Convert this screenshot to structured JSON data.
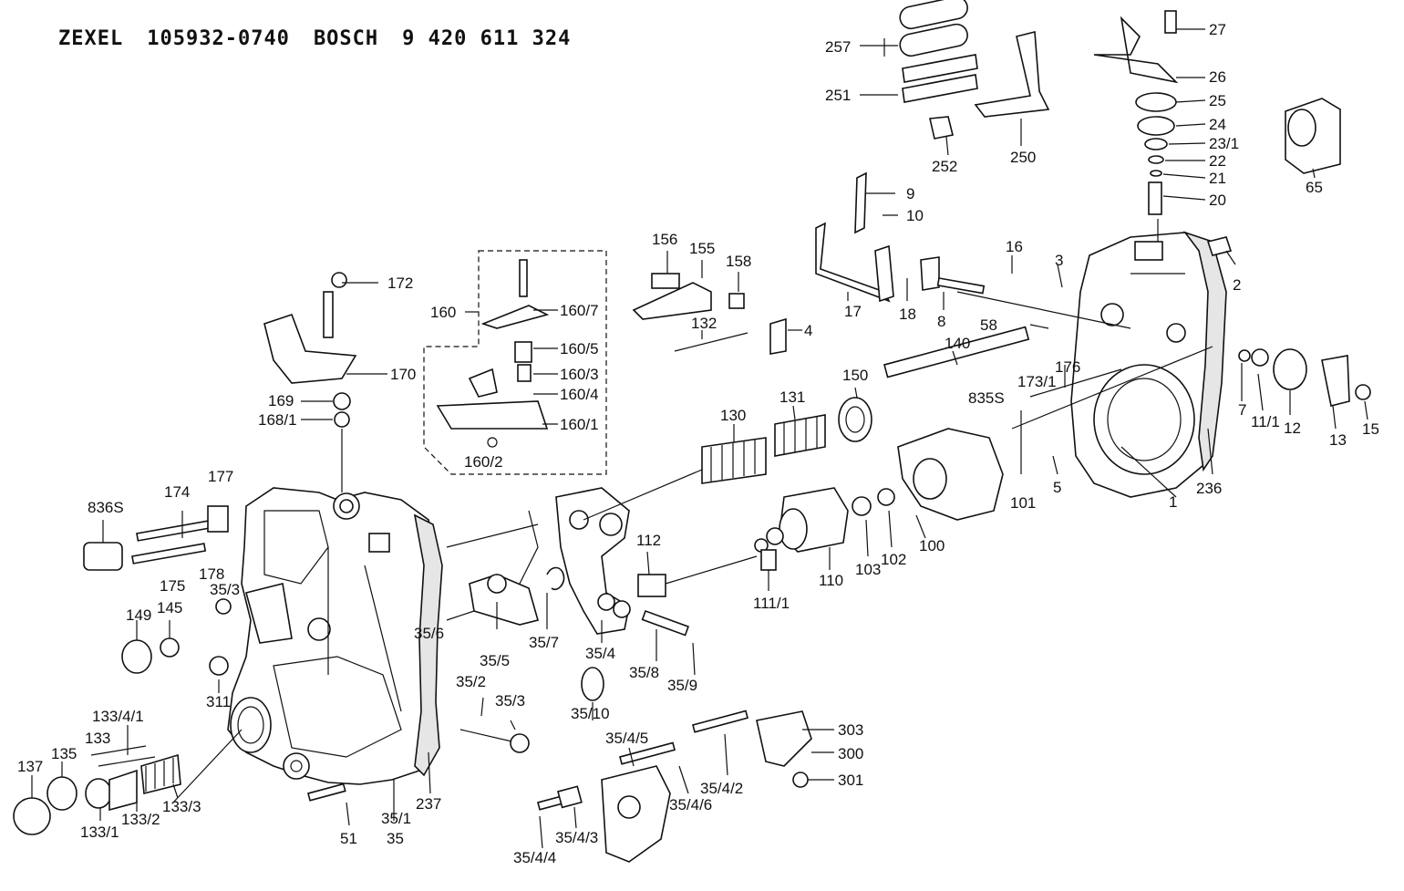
{
  "header": {
    "brand1": "ZEXEL",
    "part1": "105932-0740",
    "brand2": "BOSCH",
    "part2": "9 420 611 324"
  },
  "labels": {
    "l257": "257",
    "l251": "251",
    "l252": "252",
    "l250": "250",
    "l27": "27",
    "l26": "26",
    "l25": "25",
    "l24": "24",
    "l23_1": "23/1",
    "l22": "22",
    "l21": "21",
    "l20": "20",
    "l65": "65",
    "l9": "9",
    "l10": "10",
    "l156": "156",
    "l155": "155",
    "l158": "158",
    "l16": "16",
    "l3": "3",
    "l2": "2",
    "l172": "172",
    "l160": "160",
    "l160_7": "160/7",
    "l160_5": "160/5",
    "l160_3": "160/3",
    "l160_4": "160/4",
    "l160_1": "160/1",
    "l160_2": "160/2",
    "l170": "170",
    "l169": "169",
    "l168_1": "168/1",
    "l132": "132",
    "l4": "4",
    "l17": "17",
    "l18": "18",
    "l8": "8",
    "l58": "58",
    "l140": "140",
    "l176": "176",
    "l173_1": "173/1",
    "l835S": "835S",
    "l150": "150",
    "l131": "131",
    "l130": "130",
    "l7": "7",
    "l11_1": "11/1",
    "l12": "12",
    "l13": "13",
    "l15": "15",
    "l101": "101",
    "l5": "5",
    "l1": "1",
    "l236": "236",
    "l836S": "836S",
    "l174": "174",
    "l177": "177",
    "l175": "175",
    "l178": "178",
    "l35_3a": "35/3",
    "l149": "149",
    "l145": "145",
    "l311": "311",
    "l35_6": "35/6",
    "l35_5": "35/5",
    "l35_7": "35/7",
    "l35_4": "35/4",
    "l112": "112",
    "l35_8": "35/8",
    "l35_9": "35/9",
    "l35_10": "35/10",
    "l111_1": "111/1",
    "l110": "110",
    "l103": "103",
    "l102": "102",
    "l100": "100",
    "l35_2": "35/2",
    "l35_3b": "35/3",
    "l133_4_1": "133/4/1",
    "l133": "133",
    "l135": "135",
    "l137": "137",
    "l133_1": "133/1",
    "l133_2": "133/2",
    "l133_3": "133/3",
    "l51": "51",
    "l35_1": "35/1",
    "l35": "35",
    "l237": "237",
    "l35_4_5": "35/4/5",
    "l35_4_6": "35/4/6",
    "l35_4_2": "35/4/2",
    "l35_4_4": "35/4/4",
    "l35_4_3": "35/4/3",
    "l303": "303",
    "l300": "300",
    "l301": "301"
  }
}
